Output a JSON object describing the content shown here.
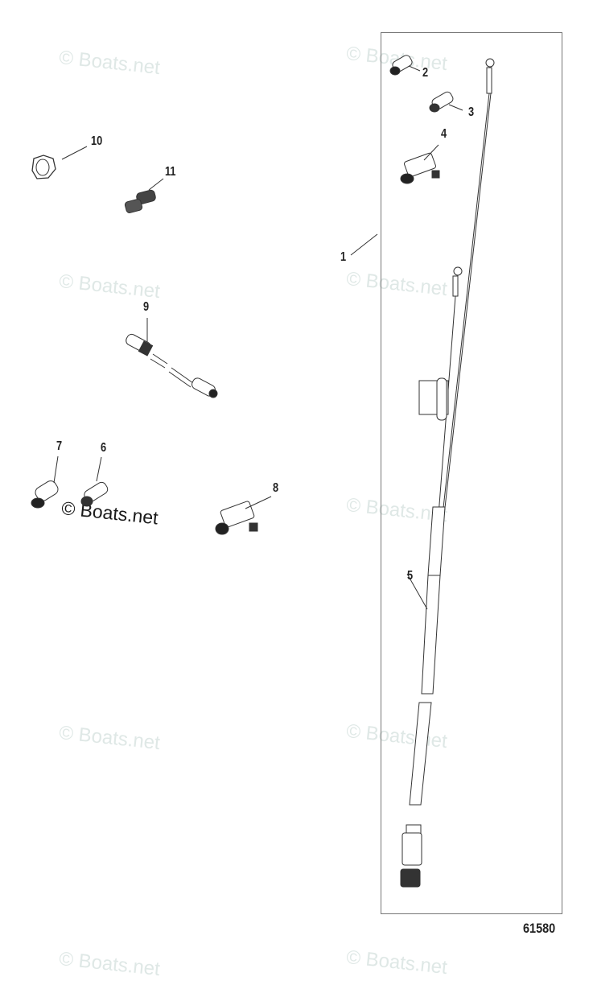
{
  "diagram": {
    "figure_number": "61580",
    "kit_box_label": "1",
    "callouts": [
      {
        "id": "1",
        "label": "1"
      },
      {
        "id": "2",
        "label": "2"
      },
      {
        "id": "3",
        "label": "3"
      },
      {
        "id": "4",
        "label": "4"
      },
      {
        "id": "5",
        "label": "5"
      },
      {
        "id": "6",
        "label": "6"
      },
      {
        "id": "7",
        "label": "7"
      },
      {
        "id": "8",
        "label": "8"
      },
      {
        "id": "9",
        "label": "9"
      },
      {
        "id": "10",
        "label": "10"
      },
      {
        "id": "11",
        "label": "11"
      }
    ],
    "parts": [
      {
        "callout": "1",
        "icon": "cable-kit-box"
      },
      {
        "callout": "2",
        "icon": "connector-plug-icon"
      },
      {
        "callout": "3",
        "icon": "connector-plug-icon"
      },
      {
        "callout": "4",
        "icon": "tee-connector-icon"
      },
      {
        "callout": "5",
        "icon": "power-cable-icon"
      },
      {
        "callout": "6",
        "icon": "terminator-plug-icon"
      },
      {
        "callout": "7",
        "icon": "terminator-plug-icon"
      },
      {
        "callout": "8",
        "icon": "tee-connector-icon"
      },
      {
        "callout": "9",
        "icon": "extension-cable-icon"
      },
      {
        "callout": "10",
        "icon": "hex-nut-icon"
      },
      {
        "callout": "11",
        "icon": "cap-plug-icon"
      }
    ]
  },
  "watermarks": [
    {
      "text": "© Boats.net"
    },
    {
      "text": "© Boats.net"
    },
    {
      "text": "© Boats.net"
    },
    {
      "text": "© Boats.net"
    },
    {
      "text": "© Boats.net"
    },
    {
      "text": "© Boats.net"
    },
    {
      "text": "© Boats.net"
    },
    {
      "text": "© Boats.net"
    },
    {
      "text": "© Boats.net"
    }
  ]
}
